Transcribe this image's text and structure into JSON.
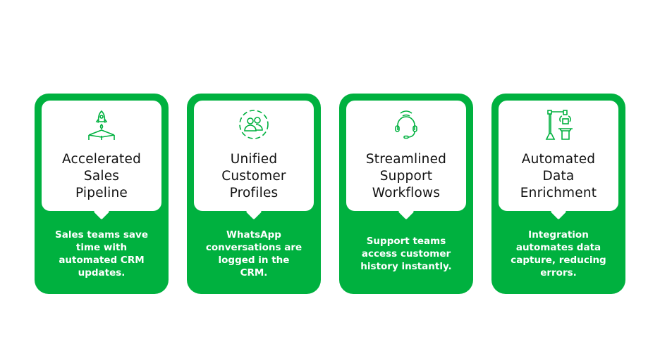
{
  "colors": {
    "accent": "#00b13f",
    "title": "#111111",
    "panel": "#ffffff"
  },
  "cards": [
    {
      "icon": "rocket-launch-icon",
      "title": "Accelerated\nSales\nPipeline",
      "description": "Sales teams save\ntime with\nautomated CRM\nupdates."
    },
    {
      "icon": "user-group-icon",
      "title": "Unified\nCustomer\nProfiles",
      "description": "WhatsApp\nconversations are\nlogged in the\nCRM."
    },
    {
      "icon": "headset-support-icon",
      "title": "Streamlined\nSupport\nWorkflows",
      "description": "Support teams\naccess customer\nhistory instantly."
    },
    {
      "icon": "robotic-arm-icon",
      "title": "Automated\nData\nEnrichment",
      "description": "Integration\nautomates data\ncapture, reducing\nerrors."
    }
  ]
}
